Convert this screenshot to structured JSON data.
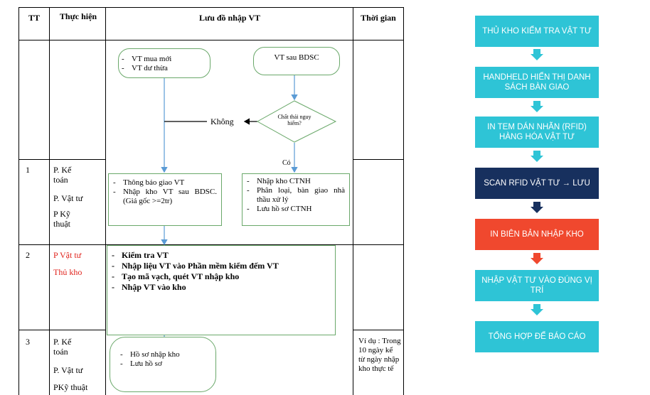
{
  "table": {
    "headers": {
      "tt": "TT",
      "thuc_hien": "Thực hiện",
      "luu_do": "Lưu đồ nhập VT",
      "thoi_gian": "Thời gian"
    },
    "rows": [
      {
        "tt": "1",
        "actors": [
          "P. Kế toán",
          "P. Vật tư",
          "P Kỹ thuật"
        ]
      },
      {
        "tt": "2",
        "actors": [
          "P Vật tư",
          "Thủ kho"
        ]
      },
      {
        "tt": "3",
        "actors": [
          "P. Kế toán",
          "P. Vật tư",
          "PKỹ thuật"
        ],
        "time": "Ví dụ : Trong 10 ngày kể từ ngày nhập kho thực tế"
      }
    ]
  },
  "flow": {
    "start_new": [
      "VT mua mới",
      "VT dư thừa"
    ],
    "start_bdsc": "VT sau BDSC",
    "decision": "Chất thải nguy hiểm?",
    "no_label": "Không",
    "yes_label": "Có",
    "notify_box": [
      "Thông báo giao VT",
      "Nhập kho VT sau BDSC. (Giá gốc >=2tr)"
    ],
    "ctnh_box": [
      "Nhập kho CTNH",
      "Phân loại, bàn giao nhà thầu xử lý",
      "Lưu hồ sơ CTNH"
    ],
    "warehouse_box": [
      "Kiểm tra VT",
      "Nhập liệu VT vào Phần mềm kiểm đếm VT",
      "Tạo mã vạch, quét VT nhập kho",
      "Nhập VT vào kho"
    ],
    "records_box": [
      "Hồ sơ nhập kho",
      "Lưu hồ sơ"
    ]
  },
  "steps": [
    {
      "label": "THỦ KHO KIỂM TRA VẬT TƯ",
      "color": "#2ec4d6"
    },
    {
      "label": "HANDHELD HIỂN THỊ DANH SÁCH BÀN GIAO",
      "color": "#2ec4d6"
    },
    {
      "label": "IN TEM DÁN NHÃN (RFID) HÀNG HÓA VẬT TƯ",
      "color": "#2ec4d6"
    },
    {
      "label": "SCAN RFID VẬT TƯ → LƯU",
      "color": "#17305e"
    },
    {
      "label": "IN BIÊN BẢN NHẬP KHO",
      "color": "#f0482e"
    },
    {
      "label": "NHẬP VẬT TƯ VÀO ĐÚNG VỊ TRÍ",
      "color": "#2ec4d6"
    },
    {
      "label": "TỔNG HỢP ĐỂ BÁO CÁO",
      "color": "#2ec4d6"
    }
  ],
  "colors": {
    "teal": "#2ec4d6",
    "navy": "#17305e",
    "orange": "#f0482e",
    "teal_arrow": "#2ec4d6",
    "navy_arrow": "#17305e",
    "orange_arrow": "#f0482e",
    "flow_border": "#6aa86a",
    "connector": "#5b9bd5",
    "red_text": "#e0221b"
  }
}
